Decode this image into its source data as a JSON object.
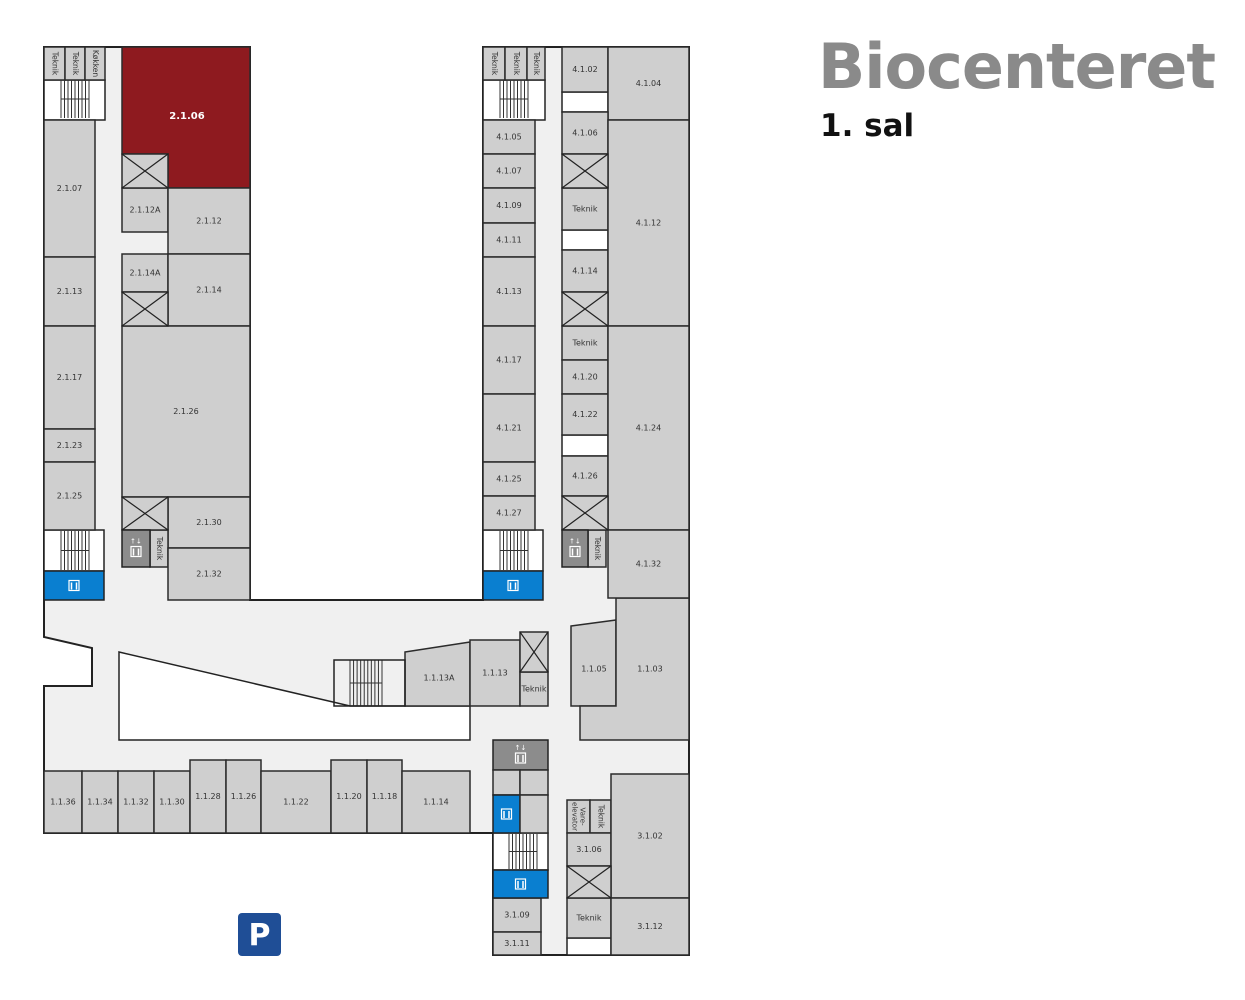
{
  "header": {
    "title": "Biocenteret",
    "floor": "1. sal"
  },
  "colors": {
    "highlight": "#8e1a1f",
    "room": "#cfcfcf",
    "corridor": "#f0f0f0",
    "elevator_blue": "#0a7fd0",
    "elevator_grey": "#8c8c8c",
    "parking": "#1f4e96"
  },
  "parking_label": "P",
  "rooms": {
    "w_t1": "Teknik",
    "w_t2": "Teknik",
    "w_kok": "Køkken",
    "r2106": "2.1.06",
    "r2107": "2.1.07",
    "r2112a": "2.1.12A",
    "r2112": "2.1.12",
    "r2114a": "2.1.14A",
    "r2114": "2.1.14",
    "r2113": "2.1.13",
    "r2117": "2.1.17",
    "r2123": "2.1.23",
    "r2125": "2.1.25",
    "r2126": "2.1.26",
    "r2130": "2.1.30",
    "r2132": "2.1.32",
    "w_t3": "Teknik",
    "e_t1": "Teknik",
    "e_t2": "Teknik",
    "e_t3": "Teknik",
    "r4102": "4.1.02",
    "r4104": "4.1.04",
    "r4105": "4.1.05",
    "r4106": "4.1.06",
    "r4107": "4.1.07",
    "r4109": "4.1.09",
    "r4111": "4.1.11",
    "r4112": "4.1.12",
    "r4113": "4.1.13",
    "r4114": "4.1.14",
    "r4117": "4.1.17",
    "r4120": "4.1.20",
    "r4121": "4.1.21",
    "r4122": "4.1.22",
    "r4124": "4.1.24",
    "r4125": "4.1.25",
    "r4126": "4.1.26",
    "r4127": "4.1.27",
    "r4132": "4.1.32",
    "e_t4": "Teknik",
    "e_t5": "Teknik",
    "e_t6": "Teknik",
    "r1103": "1.1.03",
    "r1105": "1.1.05",
    "r1113": "1.1.13",
    "r1113a": "1.1.13A",
    "s_t1": "Teknik",
    "r1114": "1.1.14",
    "r1118": "1.1.18",
    "r1120": "1.1.20",
    "r1122": "1.1.22",
    "r1126": "1.1.26",
    "r1128": "1.1.28",
    "r1130": "1.1.30",
    "r1132": "1.1.32",
    "r1134": "1.1.34",
    "r1136": "1.1.36",
    "r3102": "3.1.02",
    "r3106": "3.1.06",
    "r3109": "3.1.09",
    "r3111": "3.1.11",
    "r3112": "3.1.12",
    "vare": "Vare-elevator",
    "s_t2": "Teknik",
    "s_t3": "Teknik"
  }
}
